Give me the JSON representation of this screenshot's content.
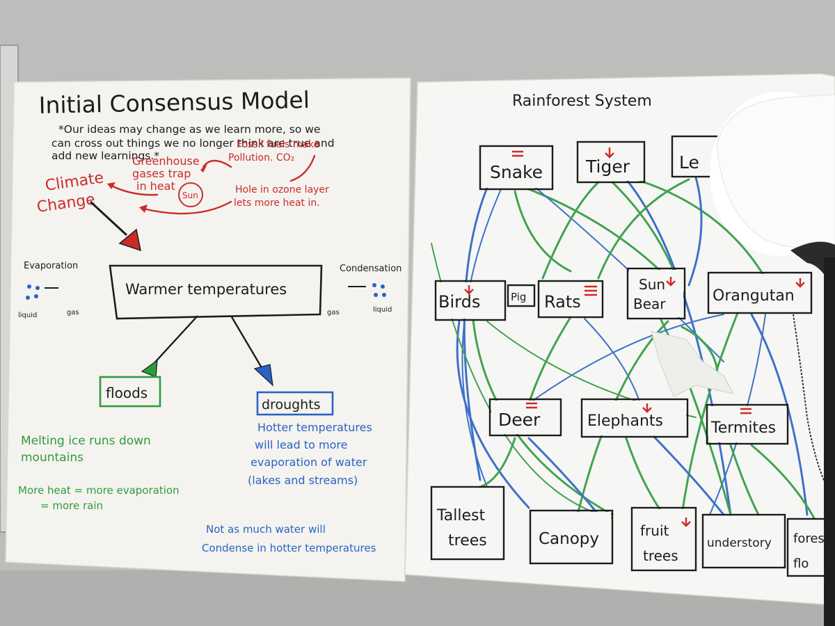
{
  "colors": {
    "wall": "#b9b9b7",
    "paper": "#f3f2ee",
    "black_marker": "#1c1c1c",
    "red_marker": "#cc2a2a",
    "green_marker": "#2f9a3f",
    "blue_marker": "#2a63c4"
  },
  "left_poster": {
    "title": "Initial Consensus Model",
    "note_lines": [
      "*Our ideas may change as we learn more, so we",
      "can cross out things we no longer think are true and",
      "add new learnings.*"
    ],
    "climate_change": [
      "Climate",
      "Change"
    ],
    "greenhouse": [
      "Greenhouse",
      "gases trap",
      "in heat"
    ],
    "fossil": [
      "Fossil fuels make",
      "Pollution. CO₂"
    ],
    "sun": "Sun",
    "ozone": [
      "Hole in ozone layer",
      "lets more heat in."
    ],
    "evaporation": "Evaporation",
    "evap_liquid": "liquid",
    "evap_gas": "gas",
    "condensation": "Condensation",
    "cond_gas": "gas",
    "cond_liquid": "liquid",
    "warmer": "Warmer temperatures",
    "floods": "floods",
    "droughts": "droughts",
    "floods_note1": [
      "Melting ice runs down",
      "mountains"
    ],
    "floods_note2": [
      "More heat = more evaporation",
      "= more rain"
    ],
    "droughts_note": [
      "Hotter temperatures",
      "will lead to more",
      "evaporation of water",
      "(lakes and streams)"
    ],
    "condense_note": [
      "Not as much water will",
      "Condense in hotter temperatures"
    ]
  },
  "right_poster": {
    "title": "Rainforest System",
    "boxes": {
      "snake": "Snake",
      "tiger": "Tiger",
      "leo": "Le",
      "birds": "Birds",
      "pig": "Pig",
      "rats": "Rats",
      "sunbear": [
        "Sun",
        "Bear"
      ],
      "orangutan": "Orangutan",
      "deer": "Deer",
      "elephants": "Elephants",
      "termites": "Termites",
      "tallest": [
        "Tallest",
        "trees"
      ],
      "canopy": "Canopy",
      "fruit": [
        "fruit",
        "trees"
      ],
      "understory": "understory",
      "forest_floor": [
        "fores",
        "flo"
      ]
    }
  }
}
